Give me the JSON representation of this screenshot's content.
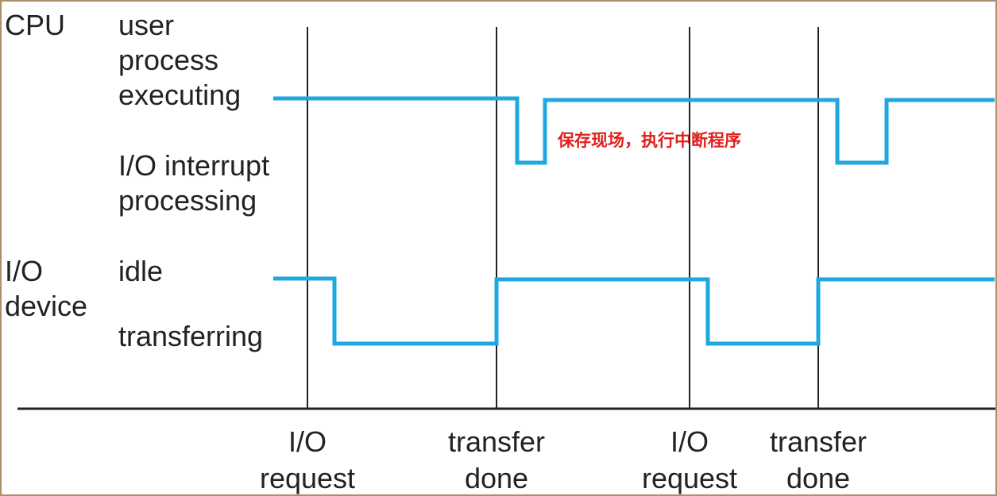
{
  "rows": {
    "cpu": {
      "name": "CPU",
      "states": [
        "user",
        "process",
        "executing",
        "I/O interrupt",
        "processing"
      ]
    },
    "io": {
      "name": [
        "I/O",
        "device"
      ],
      "states": [
        "idle",
        "transferring"
      ]
    }
  },
  "events": [
    {
      "label": [
        "I/O",
        "request"
      ]
    },
    {
      "label": [
        "transfer",
        "done"
      ]
    },
    {
      "label": [
        "I/O",
        "request"
      ]
    },
    {
      "label": [
        "transfer",
        "done"
      ]
    }
  ],
  "annotation": "保存现场，执行中断程序",
  "colors": {
    "signal": "#1fa8e0",
    "annotation": "#e0201b",
    "border": "#b08d6a",
    "axis": "#222222"
  }
}
